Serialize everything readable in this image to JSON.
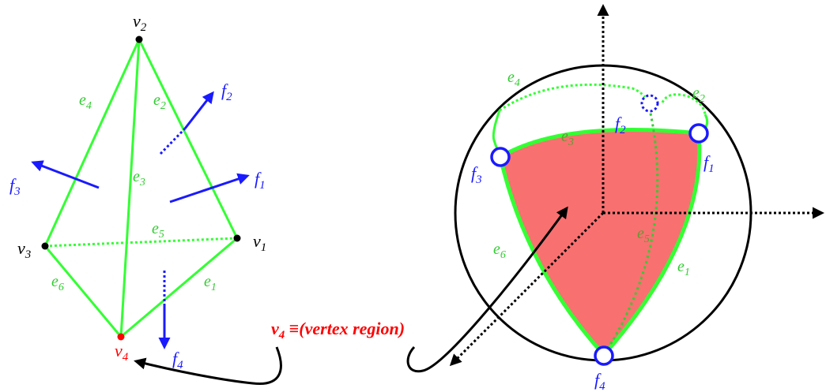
{
  "left_diagram": {
    "vertices": [
      {
        "id": "v1",
        "base": "v",
        "sub": "1"
      },
      {
        "id": "v2",
        "base": "v",
        "sub": "2"
      },
      {
        "id": "v3",
        "base": "v",
        "sub": "3"
      },
      {
        "id": "v4",
        "base": "v",
        "sub": "4"
      }
    ],
    "edges": [
      {
        "id": "e1",
        "base": "e",
        "sub": "1"
      },
      {
        "id": "e2",
        "base": "e",
        "sub": "2"
      },
      {
        "id": "e3",
        "base": "e",
        "sub": "3"
      },
      {
        "id": "e4",
        "base": "e",
        "sub": "4"
      },
      {
        "id": "e5",
        "base": "e",
        "sub": "5"
      },
      {
        "id": "e6",
        "base": "e",
        "sub": "6"
      }
    ],
    "normals": [
      {
        "id": "f1",
        "base": "f",
        "sub": "1"
      },
      {
        "id": "f2",
        "base": "f",
        "sub": "2"
      },
      {
        "id": "f3",
        "base": "f",
        "sub": "3"
      },
      {
        "id": "f4",
        "base": "f",
        "sub": "4"
      }
    ]
  },
  "annotation": {
    "base": "v",
    "sub": "4",
    "text": " ≡(vertex region)"
  },
  "right_diagram": {
    "face_points": [
      {
        "id": "f1",
        "base": "f",
        "sub": "1"
      },
      {
        "id": "f2",
        "base": "f",
        "sub": "2"
      },
      {
        "id": "f3",
        "base": "f",
        "sub": "3"
      },
      {
        "id": "f4",
        "base": "f",
        "sub": "4"
      }
    ],
    "arc_labels": [
      {
        "id": "e1",
        "base": "e",
        "sub": "1"
      },
      {
        "id": "e2",
        "base": "e",
        "sub": "2"
      },
      {
        "id": "e3",
        "base": "e",
        "sub": "3"
      },
      {
        "id": "e4",
        "base": "e",
        "sub": "4"
      },
      {
        "id": "e5",
        "base": "e",
        "sub": "5"
      },
      {
        "id": "e6",
        "base": "e",
        "sub": "6"
      }
    ]
  },
  "colors": {
    "edge_green": "#33ff33",
    "normal_blue": "#1a1aff",
    "region_red": "#f87070",
    "vertex_red": "#ff0000",
    "axis_black": "#000000"
  }
}
